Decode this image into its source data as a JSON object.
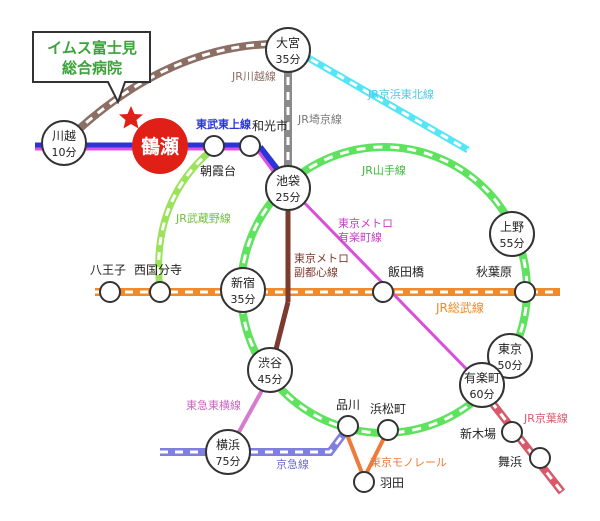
{
  "callout": {
    "line1": "イムス富士見",
    "line2": "総合病院"
  },
  "destination": "鶴瀬",
  "stations": {
    "kawagoe": {
      "name": "川越",
      "time": "10分"
    },
    "omiya": {
      "name": "大宮",
      "time": "35分"
    },
    "ikebukuro": {
      "name": "池袋",
      "time": "25分"
    },
    "ueno": {
      "name": "上野",
      "time": "55分"
    },
    "shinjuku": {
      "name": "新宿",
      "time": "35分"
    },
    "shibuya": {
      "name": "渋谷",
      "time": "45分"
    },
    "tokyo": {
      "name": "東京",
      "time": "50分"
    },
    "yurakucho": {
      "name": "有楽町",
      "time": "60分"
    },
    "yokohama": {
      "name": "横浜",
      "time": "75分"
    },
    "wakoshi": {
      "name": "和光市"
    },
    "asakadai": {
      "name": "朝霞台"
    },
    "hachioji": {
      "name": "八王子"
    },
    "nishikokubunji": {
      "name": "西国分寺"
    },
    "iidabashi": {
      "name": "飯田橋"
    },
    "akihabara": {
      "name": "秋葉原"
    },
    "shinagawa": {
      "name": "品川"
    },
    "hamamatsucho": {
      "name": "浜松町"
    },
    "shinkiba": {
      "name": "新木場"
    },
    "maihama": {
      "name": "舞浜"
    },
    "haneda": {
      "name": "羽田"
    }
  },
  "lines": {
    "kawagoe": "JR川越線",
    "keihin_tohoku": "JR京浜東北線",
    "tobu_tojo": "東武東上線",
    "saikyo": "JR埼京線",
    "yamanote": "JR山手線",
    "musashino": "JR武蔵野線",
    "yurakucho_line": "東京メトロ\n有楽町線",
    "fukutoshin": "東京メトロ\n副都心線",
    "sobu": "JR総武線",
    "toyoko": "東急東横線",
    "keikyu": "京急線",
    "monorail": "東京モノレール",
    "keiyo": "JR京葉線"
  },
  "colors": {
    "kawagoe": "#8b6e64",
    "keihin": "#55e6f5",
    "tojo": "#2a35d9",
    "saikyo": "#8a8a8a",
    "yamanote": "#5fe35f",
    "musashino": "#9ae35a",
    "yurakucho": "#d94fd9",
    "fukutoshin": "#7d3a2f",
    "sobu": "#f08a2a",
    "toyoko": "#d67bd0",
    "keikyu": "#7f7fe0",
    "monorail": "#ee7b3a",
    "keiyo": "#d85a6a",
    "destination": "#e01f17"
  }
}
